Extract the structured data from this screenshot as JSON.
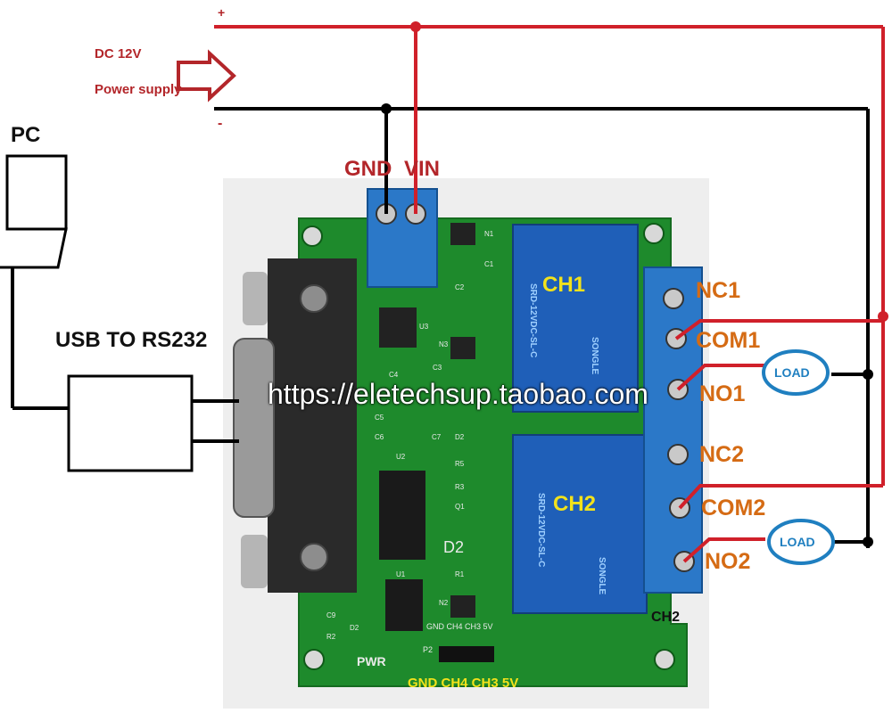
{
  "power": {
    "plus": "+",
    "minus": "-",
    "voltage": "DC 12V",
    "description": "Power supply"
  },
  "pc": {
    "label": "PC"
  },
  "converter": {
    "label": "USB TO RS232"
  },
  "terminals_input": {
    "gnd": "GND",
    "vin": "VIN"
  },
  "relays": {
    "ch1": "CH1",
    "ch2": "CH2",
    "model_text": "SRD-12VDC-SL-C",
    "brand_text": "SONGLE"
  },
  "outputs": {
    "nc1": "NC1",
    "com1": "COM1",
    "no1": "NO1",
    "nc2": "NC2",
    "com2": "COM2",
    "no2": "NO2"
  },
  "loads": [
    "LOAD",
    "LOAD"
  ],
  "watermark": "https://eletechsup.taobao.com",
  "header": {
    "label": "GND CH4 CH3 5V",
    "silk": "GND CH4 CH3 5V",
    "p2": "P2"
  },
  "board": {
    "pwr": "PWR",
    "ch2_silk": "CH2",
    "components": [
      "N1",
      "C1",
      "C2",
      "U3",
      "N3",
      "C3",
      "C4",
      "C5",
      "C6",
      "C7",
      "D2",
      "R5",
      "R3",
      "Q1",
      "U2",
      "R1",
      "N2",
      "U1",
      "C9",
      "R2",
      "D2"
    ],
    "ref_d2": "D2"
  },
  "colors": {
    "board": "#1e8a2c",
    "relay": "#1f5fb8",
    "terminal": "#2b78c8",
    "wire_red": "#d0202a",
    "wire_black": "#000000",
    "label_red": "#b3262a",
    "label_orange": "#d56b14",
    "label_yellow": "#f2e21b"
  }
}
